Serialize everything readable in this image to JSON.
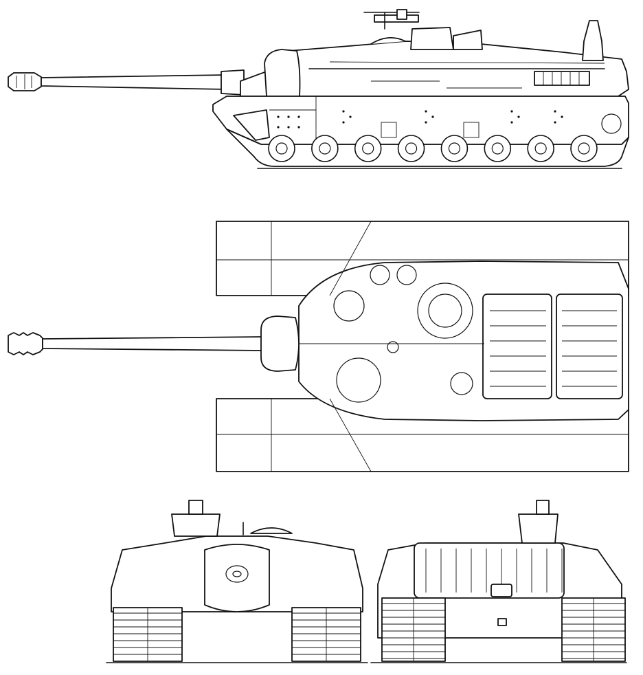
{
  "drawing": {
    "views": [
      {
        "id": "side",
        "kind": "side-elevation"
      },
      {
        "id": "top",
        "kind": "plan-view"
      },
      {
        "id": "front",
        "kind": "front-elevation"
      },
      {
        "id": "rear",
        "kind": "rear-elevation"
      }
    ],
    "colors": {
      "ink": "#111111",
      "paper": "#ffffff"
    },
    "side_view": {
      "road_wheels": 8
    },
    "text_labels": []
  }
}
